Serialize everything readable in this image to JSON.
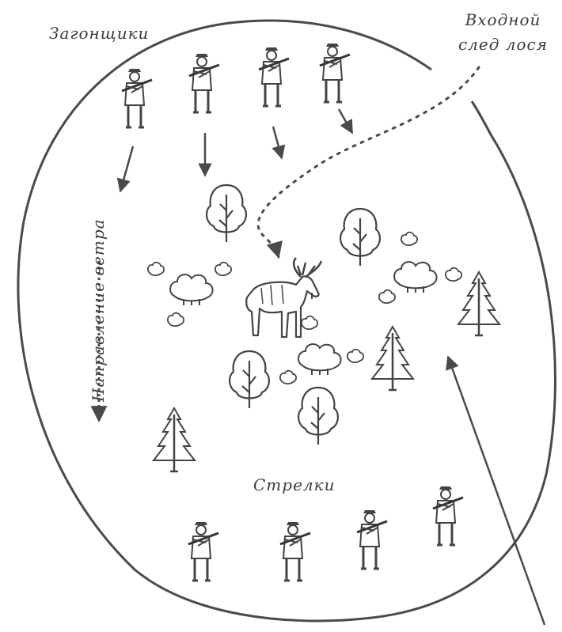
{
  "labels": {
    "beaters": "Загонщики",
    "trail_line1": "Входной",
    "trail_line2": "след лося",
    "shooters": "Стрелки",
    "wind": "Направление ветра"
  },
  "icons": {
    "hunter": "hunter-with-rifle-icon",
    "moose": "moose-icon",
    "deciduous_tree": "deciduous-tree-icon",
    "spruce": "spruce-tree-icon",
    "bush": "bush-icon"
  },
  "colors": {
    "ink": "#4a4a4a",
    "background": "#ffffff"
  }
}
